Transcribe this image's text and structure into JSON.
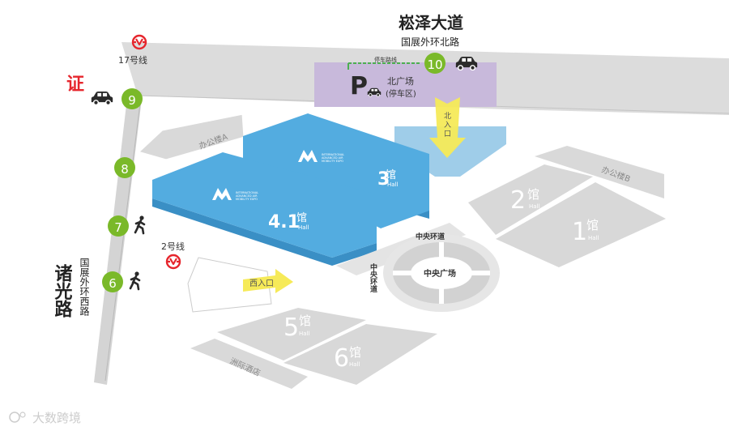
{
  "roads": {
    "north_name": "崧泽大道",
    "north_sub": "国展外环北路",
    "west_name": "诸光路",
    "west_sub": "国展外环西路",
    "central_ring_h": "中央环道",
    "central_ring_v": "中央环道"
  },
  "metro": [
    {
      "label": "17号线"
    },
    {
      "label": "2号线"
    }
  ],
  "gates": [
    {
      "number": "10"
    },
    {
      "number": "9"
    },
    {
      "number": "8"
    },
    {
      "number": "7"
    },
    {
      "number": "6"
    }
  ],
  "cert_label": "证",
  "parking": {
    "symbol": "P",
    "title": "北广场",
    "subtitle": "(停车区)",
    "route_label": "停车路线"
  },
  "entrances": {
    "north": [
      "北",
      "入",
      "口"
    ],
    "west": "西入口"
  },
  "buildings": {
    "office_a": "办公楼A",
    "office_b": "办公楼B",
    "hotel": "洲际酒店",
    "plaza": "中央广场"
  },
  "halls": [
    {
      "num": "3",
      "char": "馆",
      "en": "Hall"
    },
    {
      "num": "4.1",
      "char": "馆",
      "en": "Hall"
    },
    {
      "num": "2",
      "char": "馆",
      "en": "Hall"
    },
    {
      "num": "1",
      "char": "馆",
      "en": "Hall"
    },
    {
      "num": "5",
      "char": "馆",
      "en": "Hall"
    },
    {
      "num": "6",
      "char": "馆",
      "en": "Hall"
    }
  ],
  "hall_badge_text": [
    "INTERNATIONAL",
    "ADVANCED AIR",
    "MOBILITY EXPO"
  ],
  "watermark": "大数跨境",
  "colors": {
    "gate_green": "#7ab929",
    "hall_blue": "#53ace0",
    "hall_grey": "#d8d8d8",
    "parking_purple": "#c8b9db",
    "entrance_yellow": "#f6ea58",
    "metro_red": "#e6262d"
  }
}
